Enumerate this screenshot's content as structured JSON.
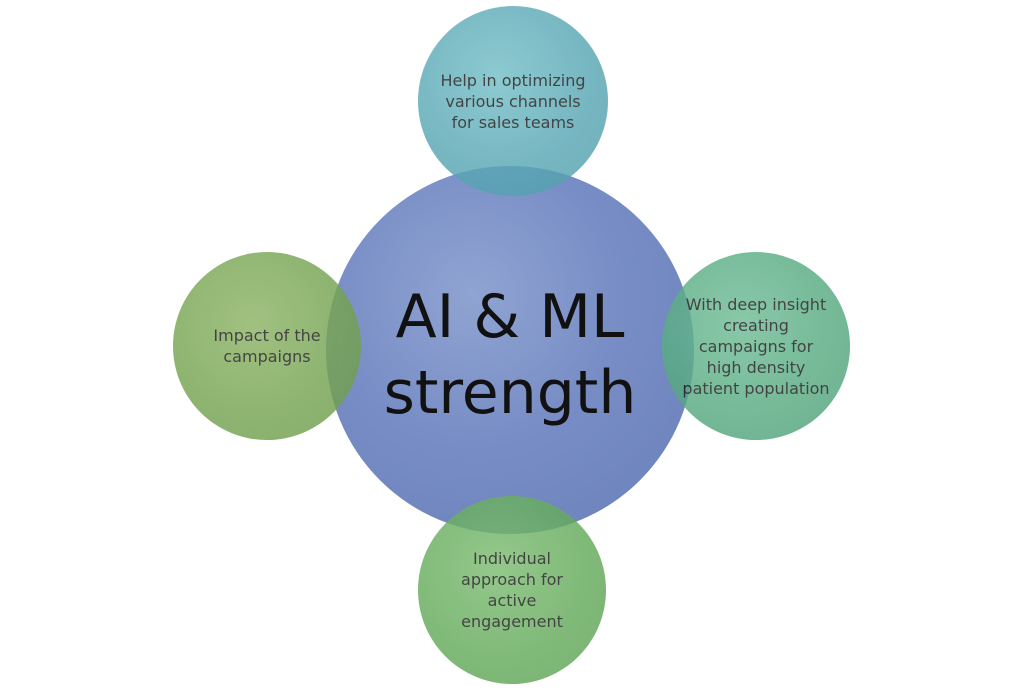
{
  "center": {
    "line1": "AI & ML",
    "line2": "strength"
  },
  "satellites": {
    "top": "Help in optimizing various channels for sales teams",
    "left": "Impact of the campaigns",
    "right": "With deep insight creating campaigns for high density patient population",
    "bottom": "Individual approach for active engagement"
  },
  "colors": {
    "center": "#7187c2",
    "top": "#5aa8b5",
    "left": "#76a452",
    "right": "#58ab82",
    "bottom": "#65ab5c",
    "text": "#1a1a1a"
  }
}
